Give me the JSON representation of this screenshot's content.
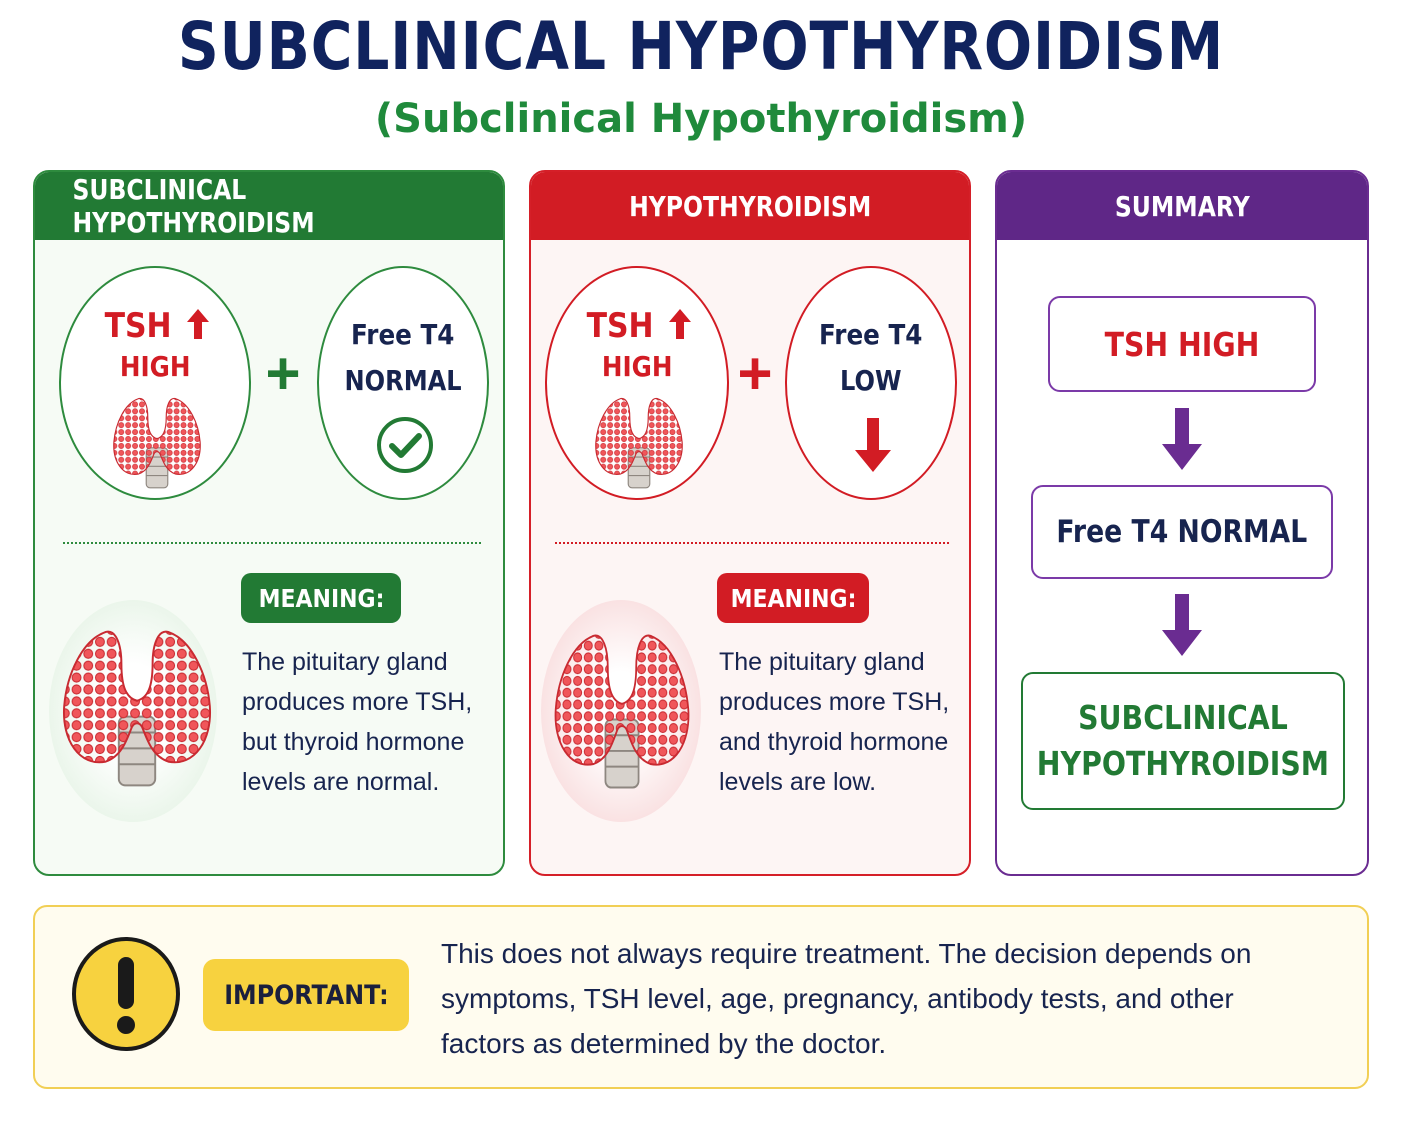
{
  "header": {
    "title": "SUBCLINICAL HYPOTHYROIDISM",
    "subtitle": "(Subclinical Hypothyroidism)"
  },
  "colors": {
    "navy": "#10235e",
    "green": "#227a34",
    "red": "#d21c24",
    "purple": "#5f2787",
    "yellow": "#f7d23f"
  },
  "panel_subclinical": {
    "header": "SUBCLINICAL HYPOTHYROIDISM",
    "tsh_label": "TSH",
    "tsh_state": "HIGH",
    "plus": "+",
    "t4_label": "Free T4",
    "t4_state": "NORMAL",
    "t4_icon": "check-icon",
    "meaning_label": "MEANING:",
    "meaning_lines": [
      "The pituitary gland",
      "produces more TSH,",
      "but thyroid hormone",
      "levels are normal."
    ]
  },
  "panel_hypo": {
    "header": "HYPOTHYROIDISM",
    "tsh_label": "TSH",
    "tsh_state": "HIGH",
    "plus": "+",
    "t4_label": "Free T4",
    "t4_state": "LOW",
    "t4_icon": "arrow-down-icon",
    "meaning_label": "MEANING:",
    "meaning_lines": [
      "The pituitary gland",
      "produces more TSH,",
      "and thyroid hormone",
      "levels are low."
    ]
  },
  "panel_summary": {
    "header": "SUMMARY",
    "step1": "TSH HIGH",
    "step2": "Free T4 NORMAL",
    "step3_line1": "SUBCLINICAL",
    "step3_line2": "HYPOTHYROIDISM"
  },
  "important": {
    "icon": "exclamation-icon",
    "label": "IMPORTANT:",
    "lines": [
      "This does not always require treatment. The decision depends on",
      "symptoms, TSH level, age, pregnancy, antibody tests, and other",
      "factors as determined by the doctor."
    ]
  }
}
